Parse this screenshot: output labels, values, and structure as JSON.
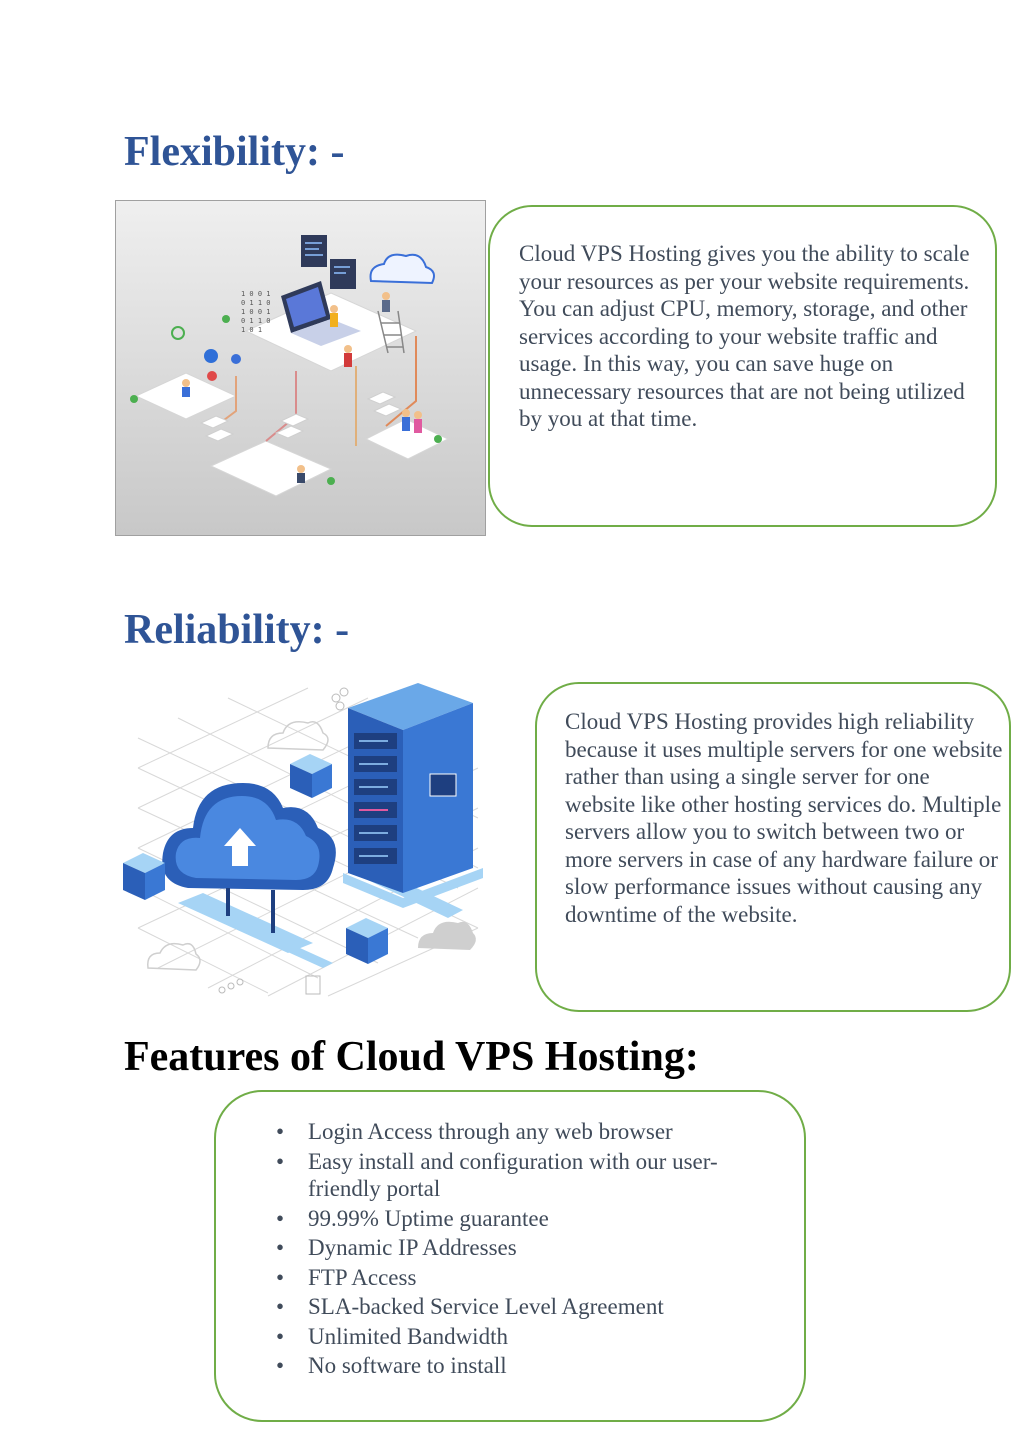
{
  "sections": {
    "flexibility": {
      "heading": "Flexibility: -",
      "text": "Cloud VPS Hosting gives you the ability to scale your resources as per your website requirements. You can adjust CPU, memory, storage, and other services according to your website traffic and usage. In this way, you can save huge on unnecessary resources that are not being utilized by you at that time.",
      "image_icon": "isometric-cloud-network-illustration"
    },
    "reliability": {
      "heading": "Reliability: -",
      "text": "Cloud VPS Hosting provides high reliability because it uses multiple servers for one website rather than using a single server for one website like other hosting services do. Multiple servers allow you to switch between two or more servers in case of any hardware failure or slow performance issues without causing any downtime of the website.",
      "image_icon": "isometric-cloud-server-illustration"
    },
    "features": {
      "heading": "Features of Cloud VPS Hosting:",
      "items": [
        "Login Access through any web browser",
        "Easy install and configuration with our user-friendly portal",
        "99.99% Uptime guarantee",
        "Dynamic IP Addresses",
        "FTP Access",
        "SLA-backed Service Level Agreement",
        "Unlimited Bandwidth",
        "No software to install"
      ]
    }
  },
  "colors": {
    "heading_blue": "#2f5496",
    "box_border": "#70ad47",
    "body_text": "#404b5a"
  }
}
